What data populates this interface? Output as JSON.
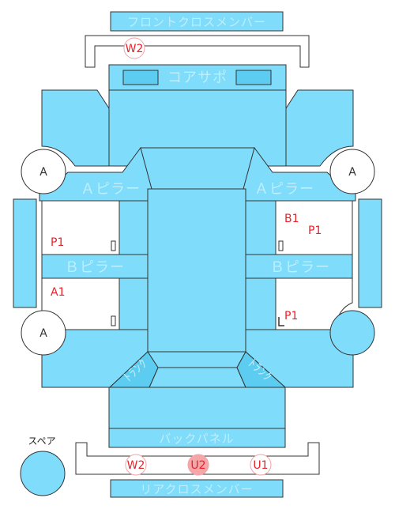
{
  "parts": {
    "front_cross_member": "フロントクロスメンバー",
    "core_support": "コアサポ",
    "a_pillar_left": "Ａピラー",
    "a_pillar_right": "Ａピラー",
    "b_pillar_left": "Ｂピラー",
    "b_pillar_right": "Ｂピラー",
    "back_panel": "バックパネル",
    "rear_cross_member": "リアクロスメンバー",
    "trunk_left": "ﾄﾗﾝｸ",
    "trunk_right": "ﾄﾗﾝｸ"
  },
  "tires": {
    "front_left": "A",
    "front_right": "A",
    "rear_left": "A",
    "rear_right": ""
  },
  "spare": {
    "label": "スペア"
  },
  "marks": {
    "front_w2": "W2",
    "left_door_front": "P1",
    "left_door_rear": "A1",
    "right_door_front_a": "B1",
    "right_door_front_b": "P1",
    "right_door_rear": "P1",
    "rear_w2": "W2",
    "rear_u2": "U2",
    "rear_u1": "U1"
  },
  "colors": {
    "panel": "#7fdcfa",
    "panel_dark": "#5ccdf0",
    "label": "#bfeefc",
    "damage_mark": "#e8222a"
  }
}
